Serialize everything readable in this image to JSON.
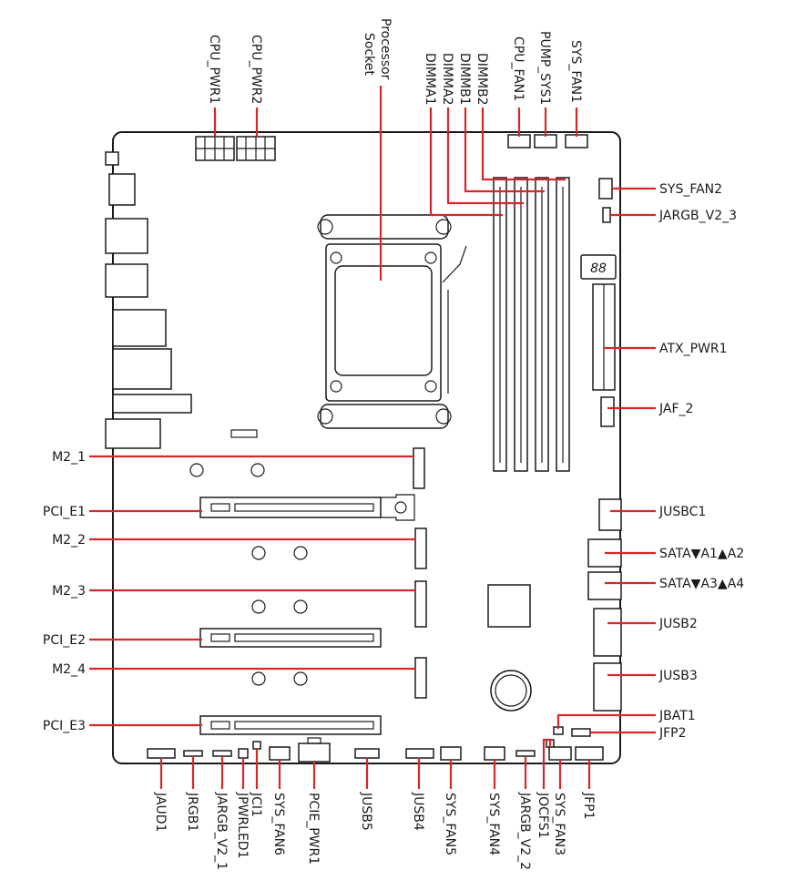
{
  "colors": {
    "leader": "#d7272b",
    "outline": "#1a1a1a",
    "background": "#ffffff"
  },
  "labels": {
    "cpu_pwr1": "CPU_PWR1",
    "cpu_pwr2": "CPU_PWR2",
    "processor_socket_line1": "Processor",
    "processor_socket_line2": "Socket",
    "dimma1": "DIMMA1",
    "dimma2": "DIMMA2",
    "dimmb1": "DIMMB1",
    "dimmb2": "DIMMB2",
    "cpu_fan1": "CPU_FAN1",
    "pump_sys1": "PUMP_SYS1",
    "sys_fan1": "SYS_FAN1",
    "sys_fan2": "SYS_FAN2",
    "jargb_v2_3": "JARGB_V2_3",
    "atx_pwr1": "ATX_PWR1",
    "jaf_2": "JAF_2",
    "jusbc1": "JUSBC1",
    "sata_a1_a2": "SATA▼A1▲A2",
    "sata_a3_a4": "SATA▼A3▲A4",
    "jusb2": "JUSB2",
    "jusb3": "JUSB3",
    "jbat1": "JBAT1",
    "jfp2": "JFP2",
    "m2_1": "M2_1",
    "pci_e1": "PCI_E1",
    "m2_2": "M2_2",
    "m2_3": "M2_3",
    "pci_e2": "PCI_E2",
    "m2_4": "M2_4",
    "pci_e3": "PCI_E3",
    "jaud1": "JAUD1",
    "jrgb1": "JRGB1",
    "jargb_v2_1": "JARGB_V2_1",
    "jpwrled1": "JPWRLED1",
    "jci1": "JCI1",
    "sys_fan6": "SYS_FAN6",
    "pcie_pwr1": "PCIE_PWR1",
    "jusb5": "JUSB5",
    "jusb4": "JUSB4",
    "sys_fan5": "SYS_FAN5",
    "sys_fan4": "SYS_FAN4",
    "jargb_v2_2": "JARGB_V2_2",
    "jocfs1": "JOCFS1",
    "sys_fan3": "SYS_FAN3",
    "jfp1": "JFP1",
    "debug_display": "88"
  }
}
